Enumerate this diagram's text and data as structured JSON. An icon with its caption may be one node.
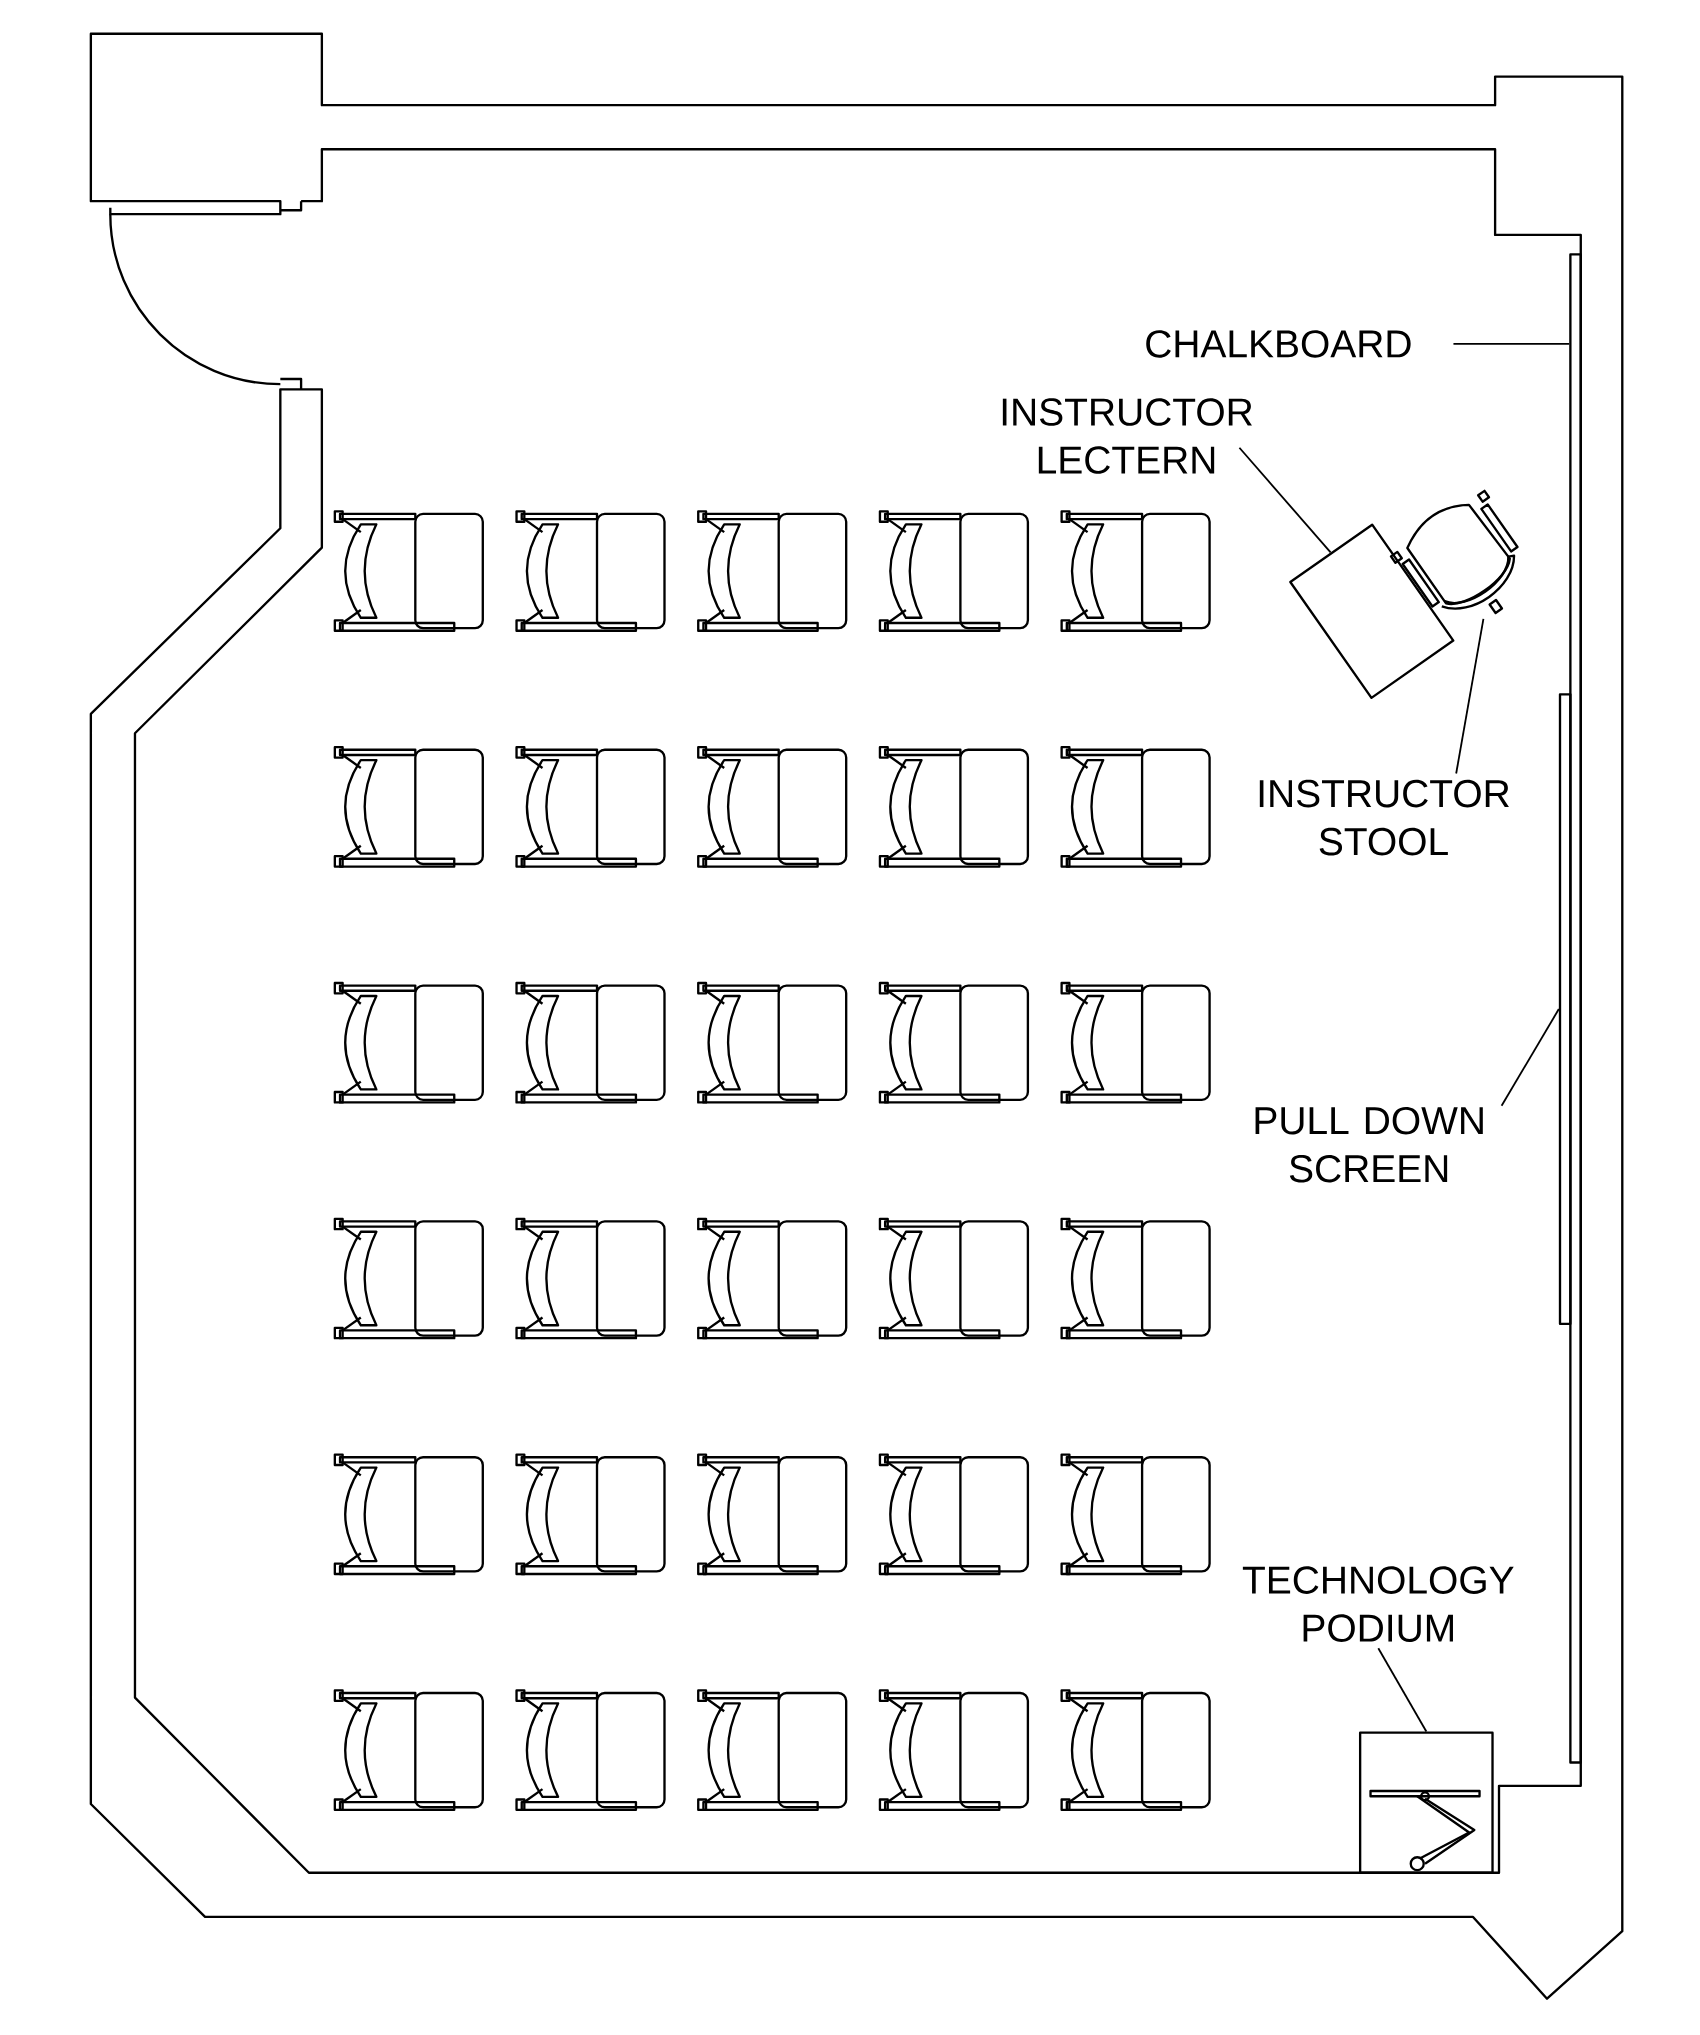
{
  "diagram": {
    "nodes": [
      {
        "text": [
          "CHALKBOARD"
        ]
      },
      {
        "text": [],
        "shape": "bar"
      },
      {
        "text": [
          "INSTRUCTOR LECTERN"
        ]
      },
      {
        "text": [],
        "shape": "box"
      },
      {
        "text": [],
        "shape": "picture"
      },
      {
        "text": [
          "INSTRUCTOR STOOL"
        ]
      },
      {
        "text": [
          "PULL DOWN SCREEN"
        ]
      },
      {
        "text": [],
        "shape": "bar"
      },
      {
        "text": [
          "TECHNOLOGY PODIUM"
        ]
      },
      {
        "text": [],
        "shape": "box"
      }
    ],
    "edges": [
      {
        "from": 0,
        "to": 1,
        "arrow": "none"
      },
      {
        "from": 2,
        "to": 3,
        "arrow": "none"
      },
      {
        "from": 5,
        "to": 4,
        "arrow": "none"
      },
      {
        "from": 6,
        "to": 7,
        "arrow": "none"
      },
      {
        "from": 8,
        "to": 9,
        "arrow": "none"
      }
    ]
  }
}
